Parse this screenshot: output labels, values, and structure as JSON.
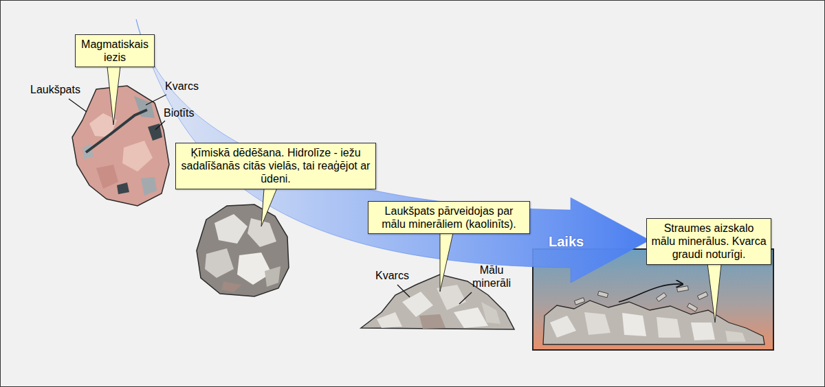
{
  "diagram": {
    "nodes": [
      {
        "text": [
          "Magmatiskais iezis"
        ]
      },
      {
        "text": [
          "Ķīmiskā dēdēšana. Hidrolīze - iežu sadalīšanās citās vielās, tai reaģējot ar ūdeni."
        ]
      },
      {
        "text": [
          "Laukšpats pārveidojas par mālu minerāliem (kaolinīts)."
        ]
      },
      {
        "text": [
          "Straumes aizskalo mālu minerālus. Kvarca graudi noturīgi."
        ]
      }
    ],
    "labels": [
      "Laukšpats",
      "Kvarcs",
      "Biotīts",
      "Kvarcs",
      "Mālu minerāli",
      "Laiks"
    ]
  }
}
